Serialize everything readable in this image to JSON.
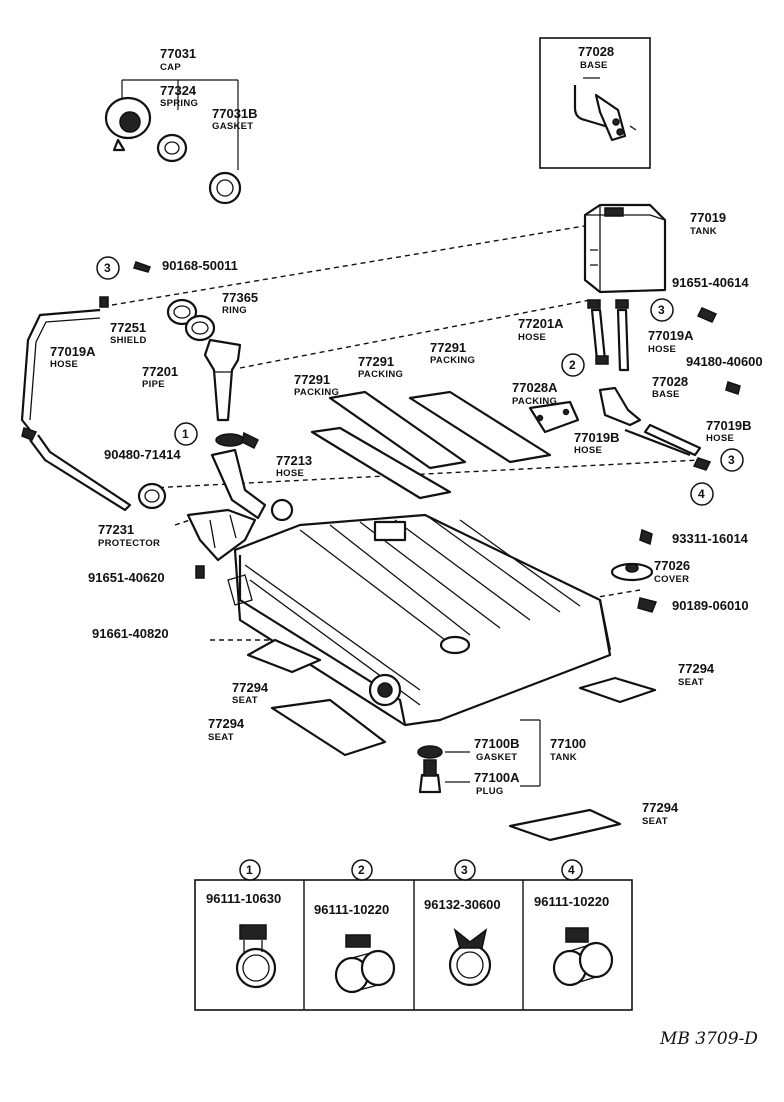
{
  "callouts": {
    "p77031": {
      "number": "77031",
      "name": "CAP"
    },
    "p77324": {
      "number": "77324",
      "name": "SPRING"
    },
    "p77031b": {
      "number": "77031B",
      "name": "GASKET"
    },
    "p77028_top": {
      "number": "77028",
      "name": "BASE"
    },
    "p77019": {
      "number": "77019",
      "name": "TANK"
    },
    "p90168": {
      "number": "90168-50011"
    },
    "p91651_40614": {
      "number": "91651-40614"
    },
    "p77365": {
      "number": "77365",
      "name": "RING"
    },
    "p77251": {
      "number": "77251",
      "name": "SHIELD"
    },
    "p77019a_left": {
      "number": "77019A",
      "name": "HOSE"
    },
    "p77201a": {
      "number": "77201A",
      "name": "HOSE"
    },
    "p77019a_right": {
      "number": "77019A",
      "name": "HOSE"
    },
    "p77201": {
      "number": "77201",
      "name": "PIPE"
    },
    "p77291_a": {
      "number": "77291",
      "name": "PACKING"
    },
    "p77291_b": {
      "number": "77291",
      "name": "PACKING"
    },
    "p77291_c": {
      "number": "77291",
      "name": "PACKING"
    },
    "p94180": {
      "number": "94180-40600"
    },
    "p77028a": {
      "number": "77028A",
      "name": "PACKING"
    },
    "p77028_mid": {
      "number": "77028",
      "name": "BASE"
    },
    "p77019b_right": {
      "number": "77019B",
      "name": "HOSE"
    },
    "p77019b_left": {
      "number": "77019B",
      "name": "HOSE"
    },
    "p90480": {
      "number": "90480-71414"
    },
    "p77213": {
      "number": "77213",
      "name": "HOSE"
    },
    "p77231": {
      "number": "77231",
      "name": "PROTECTOR"
    },
    "p93311": {
      "number": "93311-16014"
    },
    "p77026": {
      "number": "77026",
      "name": "COVER"
    },
    "p91651_40620": {
      "number": "91651-40620"
    },
    "p90189": {
      "number": "90189-06010"
    },
    "p91661": {
      "number": "91661-40820"
    },
    "p77294_a": {
      "number": "77294",
      "name": "SEAT"
    },
    "p77294_b": {
      "number": "77294",
      "name": "SEAT"
    },
    "p77294_c": {
      "number": "77294",
      "name": "SEAT"
    },
    "p77294_d": {
      "number": "77294",
      "name": "SEAT"
    },
    "p77100b": {
      "number": "77100B",
      "name": "GASKET"
    },
    "p77100": {
      "number": "77100",
      "name": "TANK"
    },
    "p77100a": {
      "number": "77100A",
      "name": "PLUG"
    }
  },
  "circle_markers": {
    "m1": "1",
    "m2": "2",
    "m3a": "3",
    "m3b": "3",
    "m3c": "3",
    "m4": "4"
  },
  "clamp_table": [
    {
      "marker": "1",
      "part_number": "96111-10630"
    },
    {
      "marker": "2",
      "part_number": "96111-10220"
    },
    {
      "marker": "3",
      "part_number": "96132-30600"
    },
    {
      "marker": "4",
      "part_number": "96111-10220"
    }
  ],
  "drawing_reference": "MB 3709-D",
  "icons": [
    "clamp-icon",
    "fuel-tank-icon",
    "hose-icon",
    "bolt-icon"
  ]
}
